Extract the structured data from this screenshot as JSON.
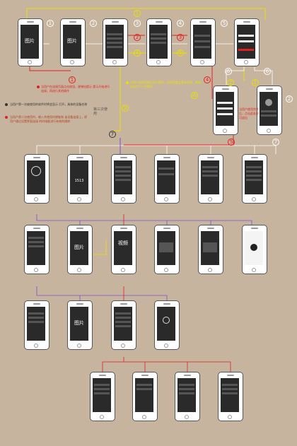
{
  "labels": {
    "picture": "图片",
    "video": "视频",
    "gauge": "1513"
  },
  "step_numbers": {
    "n1": "1",
    "n2": "2",
    "n3": "3",
    "n4": "4",
    "n5": "5",
    "n6": "6",
    "n7": "7"
  },
  "notes": {
    "red_top": "当用户在连接页面点击按钮，便弹出提示 提示开始进行连接，再进行其他操作",
    "yellow_top": "当用户连接设备后进行操作，连接设备会更有效果，有效的进行下一步操作",
    "dark_left": "当用户第一次被使用的软件时将会显示 打开，具体的设备名称",
    "red_left": "当用户第二次使用时，输入并使用时便能和 该设备连接上，即用户通过设置界面连接 的时候能进行有效的跳转",
    "third_use": "第三次使用",
    "right_red": "当用户使用完毕后，点击此处即可退出"
  },
  "colors": {
    "bg": "#c7b49f",
    "red": "#e02020",
    "yellow": "#e8e000",
    "purple": "#7a4dd8"
  }
}
